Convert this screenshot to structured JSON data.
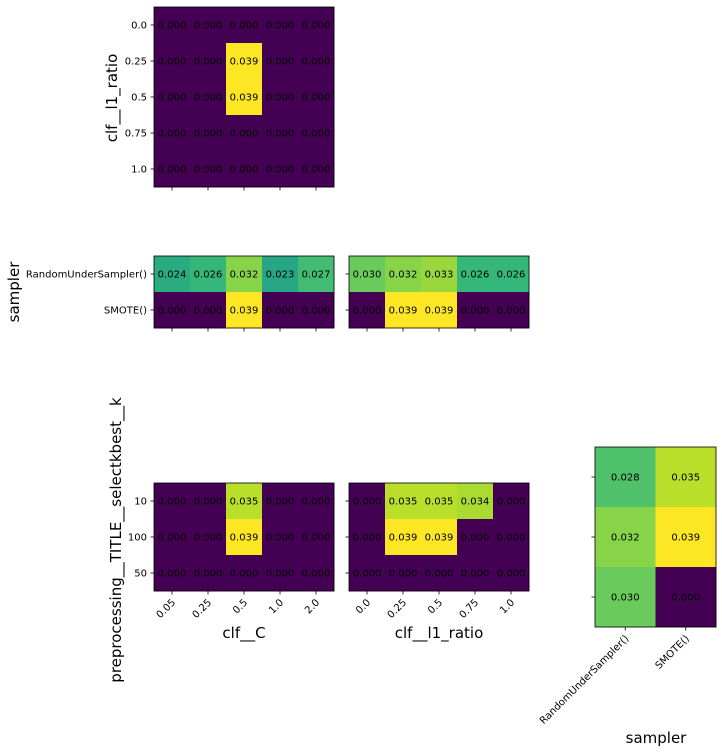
{
  "chart_data": [
    {
      "id": "p1",
      "type": "heatmap",
      "x_param": "clf__C",
      "y_param": "clf__l1_ratio",
      "x_categories": [
        "0.05",
        "0.25",
        "0.5",
        "1.0",
        "2.0"
      ],
      "y_categories": [
        "0.0",
        "0.25",
        "0.5",
        "0.75",
        "1.0"
      ],
      "values": [
        [
          0.0,
          0.0,
          0.0,
          0.0,
          0.0
        ],
        [
          0.0,
          0.0,
          0.039,
          0.0,
          0.0
        ],
        [
          0.0,
          0.0,
          0.039,
          0.0,
          0.0
        ],
        [
          0.0,
          0.0,
          0.0,
          0.0,
          0.0
        ],
        [
          0.0,
          0.0,
          0.0,
          0.0,
          0.0
        ]
      ],
      "show_x_ticklabels": false,
      "show_y_ticklabels": true
    },
    {
      "id": "p2",
      "type": "heatmap",
      "x_param": "clf__C",
      "y_param": "sampler",
      "x_categories": [
        "0.05",
        "0.25",
        "0.5",
        "1.0",
        "2.0"
      ],
      "y_categories": [
        "RandomUnderSampler()",
        "SMOTE()"
      ],
      "values": [
        [
          0.024,
          0.026,
          0.032,
          0.023,
          0.027
        ],
        [
          0.0,
          0.0,
          0.039,
          0.0,
          0.0
        ]
      ],
      "show_x_ticklabels": false,
      "show_y_ticklabels": true
    },
    {
      "id": "p3",
      "type": "heatmap",
      "x_param": "clf__l1_ratio",
      "y_param": "sampler",
      "x_categories": [
        "0.0",
        "0.25",
        "0.5",
        "0.75",
        "1.0"
      ],
      "y_categories": [
        "RandomUnderSampler()",
        "SMOTE()"
      ],
      "values": [
        [
          0.03,
          0.032,
          0.033,
          0.026,
          0.026
        ],
        [
          0.0,
          0.039,
          0.039,
          0.0,
          0.0
        ]
      ],
      "show_x_ticklabels": false,
      "show_y_ticklabels": false
    },
    {
      "id": "p4",
      "type": "heatmap",
      "x_param": "clf__C",
      "y_param": "preprocessing__TITLE__selectkbest__k",
      "x_categories": [
        "0.05",
        "0.25",
        "0.5",
        "1.0",
        "2.0"
      ],
      "y_categories": [
        "10",
        "100",
        "50"
      ],
      "values": [
        [
          0.0,
          0.0,
          0.035,
          0.0,
          0.0
        ],
        [
          0.0,
          0.0,
          0.039,
          0.0,
          0.0
        ],
        [
          0.0,
          0.0,
          0.0,
          0.0,
          0.0
        ]
      ],
      "show_x_ticklabels": true,
      "show_y_ticklabels": true
    },
    {
      "id": "p5",
      "type": "heatmap",
      "x_param": "clf__l1_ratio",
      "y_param": "preprocessing__TITLE__selectkbest__k",
      "x_categories": [
        "0.0",
        "0.25",
        "0.5",
        "0.75",
        "1.0"
      ],
      "y_categories": [
        "10",
        "100",
        "50"
      ],
      "values": [
        [
          0.0,
          0.035,
          0.035,
          0.034,
          0.0
        ],
        [
          0.0,
          0.039,
          0.039,
          0.0,
          0.0
        ],
        [
          0.0,
          0.0,
          0.0,
          0.0,
          0.0
        ]
      ],
      "show_x_ticklabels": true,
      "show_y_ticklabels": false
    },
    {
      "id": "p6",
      "type": "heatmap",
      "x_param": "sampler",
      "y_param": "preprocessing__TITLE__selectkbest__k",
      "x_categories": [
        "RandomUnderSampler()",
        "SMOTE()"
      ],
      "y_categories": [
        "10",
        "100",
        "50"
      ],
      "values": [
        [
          0.028,
          0.035
        ],
        [
          0.032,
          0.039
        ],
        [
          0.03,
          0.0
        ]
      ],
      "show_x_ticklabels": true,
      "show_y_ticklabels": false
    }
  ],
  "axis_labels": {
    "row1_y": "clf__l1_ratio",
    "row2_y": "sampler",
    "row3_y": "preprocessing__TITLE__selectkbest__k",
    "col1_x": "clf__C",
    "col2_x": "clf__l1_ratio",
    "col3_x": "sampler"
  },
  "color_scale": {
    "colormap": "viridis",
    "vmin": 0.0,
    "vmax": 0.039
  },
  "value_format": "3 decimals"
}
